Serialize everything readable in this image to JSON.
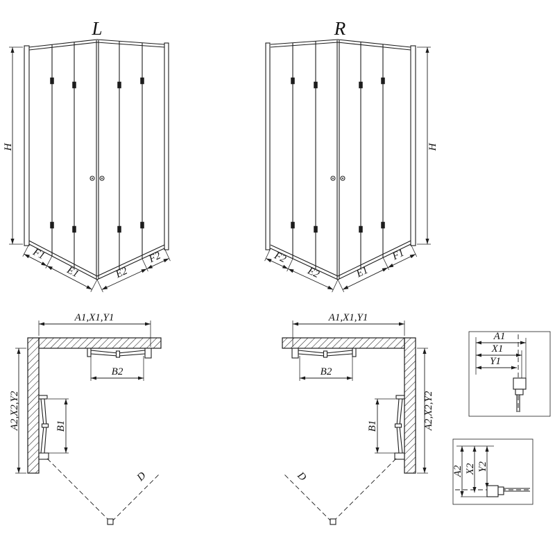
{
  "views": {
    "perspective_left": {
      "title": "L",
      "h": "H",
      "f1": "F1",
      "e1": "E1",
      "e2": "E2",
      "f2": "F2"
    },
    "perspective_right": {
      "title": "R",
      "h": "H",
      "f1": "F1",
      "e1": "E1",
      "e2": "E2",
      "f2": "F2"
    },
    "plan_left": {
      "width": "A1,X1,Y1",
      "depth": "A2,X2,Y2",
      "b1": "B1",
      "b2": "B2",
      "d": "D"
    },
    "plan_right": {
      "width": "A1,X1,Y1",
      "depth": "A2,X2,Y2",
      "b1": "B1",
      "b2": "B2",
      "d": "D"
    },
    "detail_top": {
      "a1": "A1",
      "x1": "X1",
      "y1": "Y1"
    },
    "detail_bottom": {
      "a2": "A2",
      "x2": "X2",
      "y2": "Y2"
    }
  },
  "colors": {
    "line": "#1c1c1c",
    "background": "#ffffff"
  }
}
